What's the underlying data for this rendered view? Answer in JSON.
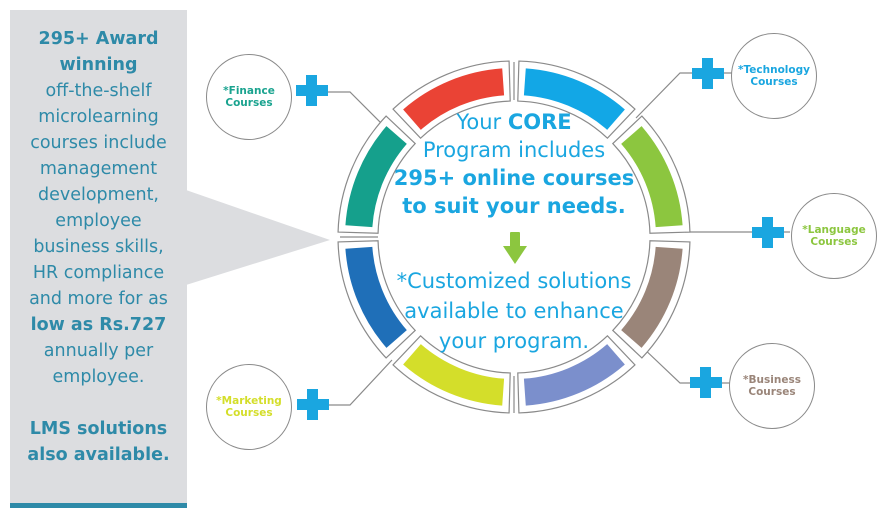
{
  "sidebar": {
    "line1_bold": "295+ Award",
    "line2_bold": "winning",
    "line3": "off-the-shelf",
    "line4": "microlearning",
    "line5": "courses include",
    "line6": "management",
    "line7": "development,",
    "line8": "employee",
    "line9": "business skills,",
    "line10": "HR compliance",
    "line11": "and more for as",
    "line12_bold": "low as Rs.727",
    "line13": "annually per",
    "line14": "employee.",
    "line15_bold": "LMS solutions",
    "line16_bold": "also available."
  },
  "center": {
    "your": "Your",
    "core": "CORE",
    "program_includes": "Program includes",
    "courses_line1": "295+ online courses",
    "courses_line2": "to suit your needs.",
    "custom_line1": "*Customized solutions",
    "custom_line2": "available to enhance",
    "custom_line3": "your program."
  },
  "nodes": [
    {
      "id": "finance",
      "line1": "*Finance",
      "line2": "Courses",
      "color": "#1aa38f"
    },
    {
      "id": "technology",
      "line1": "*Technology",
      "line2": "Courses",
      "color": "#1aa6e0"
    },
    {
      "id": "language",
      "line1": "*Language",
      "line2": "Courses",
      "color": "#8cc63f"
    },
    {
      "id": "business",
      "line1": "*Business",
      "line2": "Courses",
      "color": "#9a8579"
    },
    {
      "id": "marketing",
      "line1": "*Marketing",
      "line2": "Courses",
      "color": "#d4de2a"
    }
  ],
  "ring_colors": {
    "red": "#ea4335",
    "sky_blue": "#12a7e6",
    "green": "#8cc63f",
    "brown": "#9a8579",
    "periwinkle": "#7b8fcc",
    "yellow_green": "#d4de2a",
    "dark_blue": "#1f6fb8",
    "teal": "#15a08c"
  },
  "plus_color": "#1aa6e0",
  "accent": "#2e8aa8",
  "panel_bg": "#dcdde0"
}
